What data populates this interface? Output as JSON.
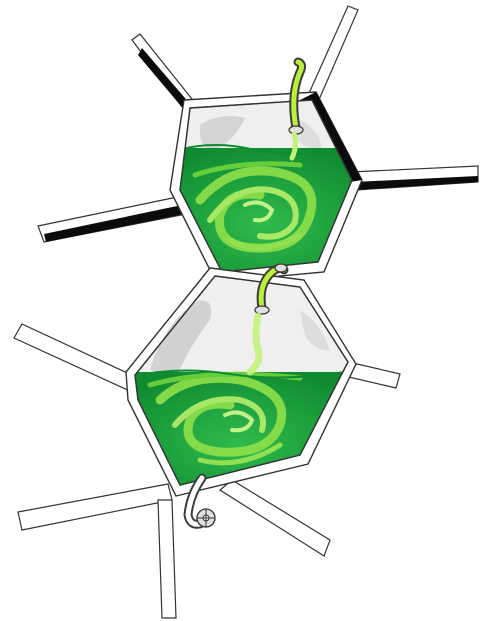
{
  "scene": {
    "colors": {
      "background": "#ffffff",
      "outline": "#333333",
      "frame_fill": "#ffffff",
      "shadow": "#0b0b0b",
      "glass": "#e9e9e9",
      "glass_dark": "#cfcfcf",
      "liquid": "#1fa841",
      "liquid_dark": "#0f8a31",
      "swirl": "#8fe04a",
      "swirl_light": "#c3f27a",
      "pipe": "#b8f03c",
      "pipe_dark": "#3c3c3c",
      "valve": "#e0e0e0"
    },
    "chambers": [
      {
        "name": "upper-chamber",
        "liquid_level": 0.72
      },
      {
        "name": "lower-chamber",
        "liquid_level": 0.55
      }
    ],
    "elements": {
      "inflow_pipe_icon": "curved-pipe",
      "connector_pipe_icon": "curved-pipe",
      "outflow_valve_icon": "valve-wheel"
    }
  }
}
